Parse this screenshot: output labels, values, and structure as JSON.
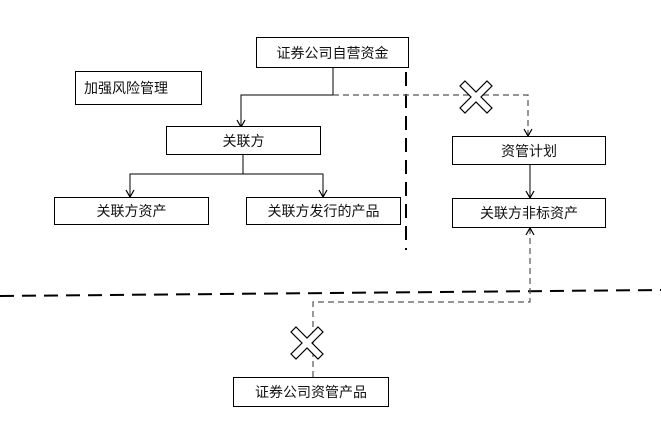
{
  "diagram": {
    "nodes": {
      "securities_proprietary_funds": "证券公司自营资金",
      "strengthen_risk_management": "加强风险管理",
      "related_party": "关联方",
      "related_party_assets": "关联方资产",
      "related_party_products": "关联方发行的产品",
      "asset_management_plan": "资管计划",
      "related_party_nonstandard_assets": "关联方非标资产",
      "securities_asset_management_products": "证券公司资管产品"
    },
    "edges": [
      {
        "from": "securities_proprietary_funds",
        "to": "related_party",
        "style": "solid",
        "blocked": false
      },
      {
        "from": "related_party",
        "to": "related_party_assets",
        "style": "solid",
        "blocked": false
      },
      {
        "from": "related_party",
        "to": "related_party_products",
        "style": "solid",
        "blocked": false
      },
      {
        "from": "securities_proprietary_funds",
        "to": "asset_management_plan",
        "style": "dashed",
        "blocked": true
      },
      {
        "from": "asset_management_plan",
        "to": "related_party_nonstandard_assets",
        "style": "solid",
        "blocked": false
      },
      {
        "from": "securities_asset_management_products",
        "to": "related_party_nonstandard_assets",
        "style": "dashed",
        "blocked": true
      }
    ],
    "colors": {
      "line": "#000000",
      "dashed_line": "#555555",
      "cross_fill": "#ffffff"
    }
  }
}
